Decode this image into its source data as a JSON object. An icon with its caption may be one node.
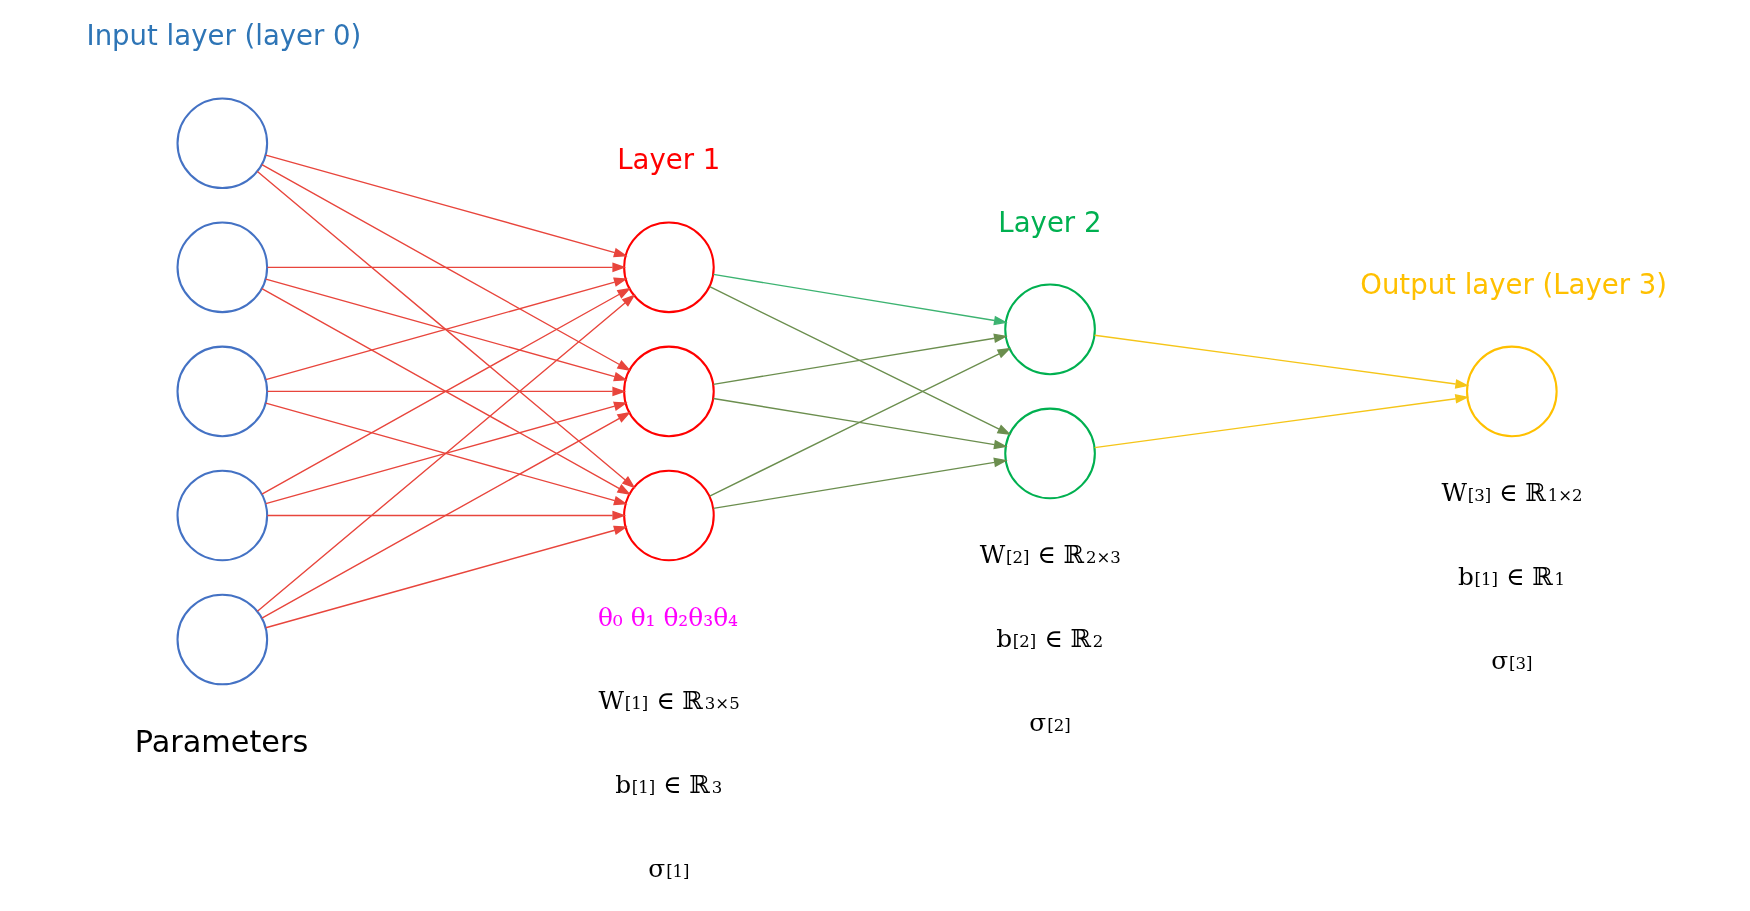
{
  "diagram": {
    "nodes": [
      {
        "text": [],
        "shape": "circle"
      },
      {
        "text": [],
        "shape": "circle"
      },
      {
        "text": [],
        "shape": "circle"
      },
      {
        "text": [],
        "shape": "circle"
      },
      {
        "text": [],
        "shape": "circle"
      },
      {
        "text": [],
        "shape": "circle"
      },
      {
        "text": [],
        "shape": "circle"
      },
      {
        "text": [],
        "shape": "circle"
      },
      {
        "text": [],
        "shape": "circle"
      },
      {
        "text": [],
        "shape": "circle"
      },
      {
        "text": [],
        "shape": "circle"
      }
    ],
    "edges": [
      {
        "from": 0,
        "to": 5,
        "arrow": "to"
      },
      {
        "from": 0,
        "to": 6,
        "arrow": "to"
      },
      {
        "from": 0,
        "to": 7,
        "arrow": "to"
      },
      {
        "from": 1,
        "to": 5,
        "arrow": "to"
      },
      {
        "from": 1,
        "to": 6,
        "arrow": "to"
      },
      {
        "from": 1,
        "to": 7,
        "arrow": "to"
      },
      {
        "from": 2,
        "to": 5,
        "arrow": "to"
      },
      {
        "from": 2,
        "to": 6,
        "arrow": "to"
      },
      {
        "from": 2,
        "to": 7,
        "arrow": "to"
      },
      {
        "from": 3,
        "to": 5,
        "arrow": "to"
      },
      {
        "from": 3,
        "to": 6,
        "arrow": "to"
      },
      {
        "from": 3,
        "to": 7,
        "arrow": "to"
      },
      {
        "from": 4,
        "to": 5,
        "arrow": "to"
      },
      {
        "from": 4,
        "to": 6,
        "arrow": "to"
      },
      {
        "from": 4,
        "to": 7,
        "arrow": "to"
      },
      {
        "from": 5,
        "to": 8,
        "arrow": "to",
        "color": "#3cb371"
      },
      {
        "from": 5,
        "to": 9,
        "arrow": "to",
        "color": "#6b8e4e"
      },
      {
        "from": 6,
        "to": 8,
        "arrow": "to",
        "color": "#6b8e4e"
      },
      {
        "from": 6,
        "to": 9,
        "arrow": "to",
        "color": "#6b8e4e"
      },
      {
        "from": 7,
        "to": 8,
        "arrow": "to",
        "color": "#6b8e4e"
      },
      {
        "from": 7,
        "to": 9,
        "arrow": "to",
        "color": "#6b8e4e"
      },
      {
        "from": 8,
        "to": 10,
        "arrow": "to",
        "color": "#f5c518"
      },
      {
        "from": 9,
        "to": 10,
        "arrow": "to",
        "color": "#f5c518"
      }
    ],
    "labels": [
      "Input layer (layer 0)",
      "Layer 1",
      "Layer 2",
      "Output layer (Layer 3)",
      "θ₀ θ₁ θ₂θ₃θ₄",
      "Parameters",
      "W$^{[1]}$ ∈ ℝ$^{3×5}$",
      "b$^{[1]}$ ∈ ℝ$^{3}$",
      "σ$^{[1]}$",
      "W$^{[2]}$ ∈ ℝ$^{2×3}$",
      "b$^{[2]}$ ∈ ℝ$^{2}$",
      "σ$^{[2]}$",
      "W$^{[3]}$ ∈ ℝ$^{1×2}$",
      "b$^{[1]}$ ∈ ℝ$^{1}$",
      "σ$^{[3]}$"
    ]
  }
}
